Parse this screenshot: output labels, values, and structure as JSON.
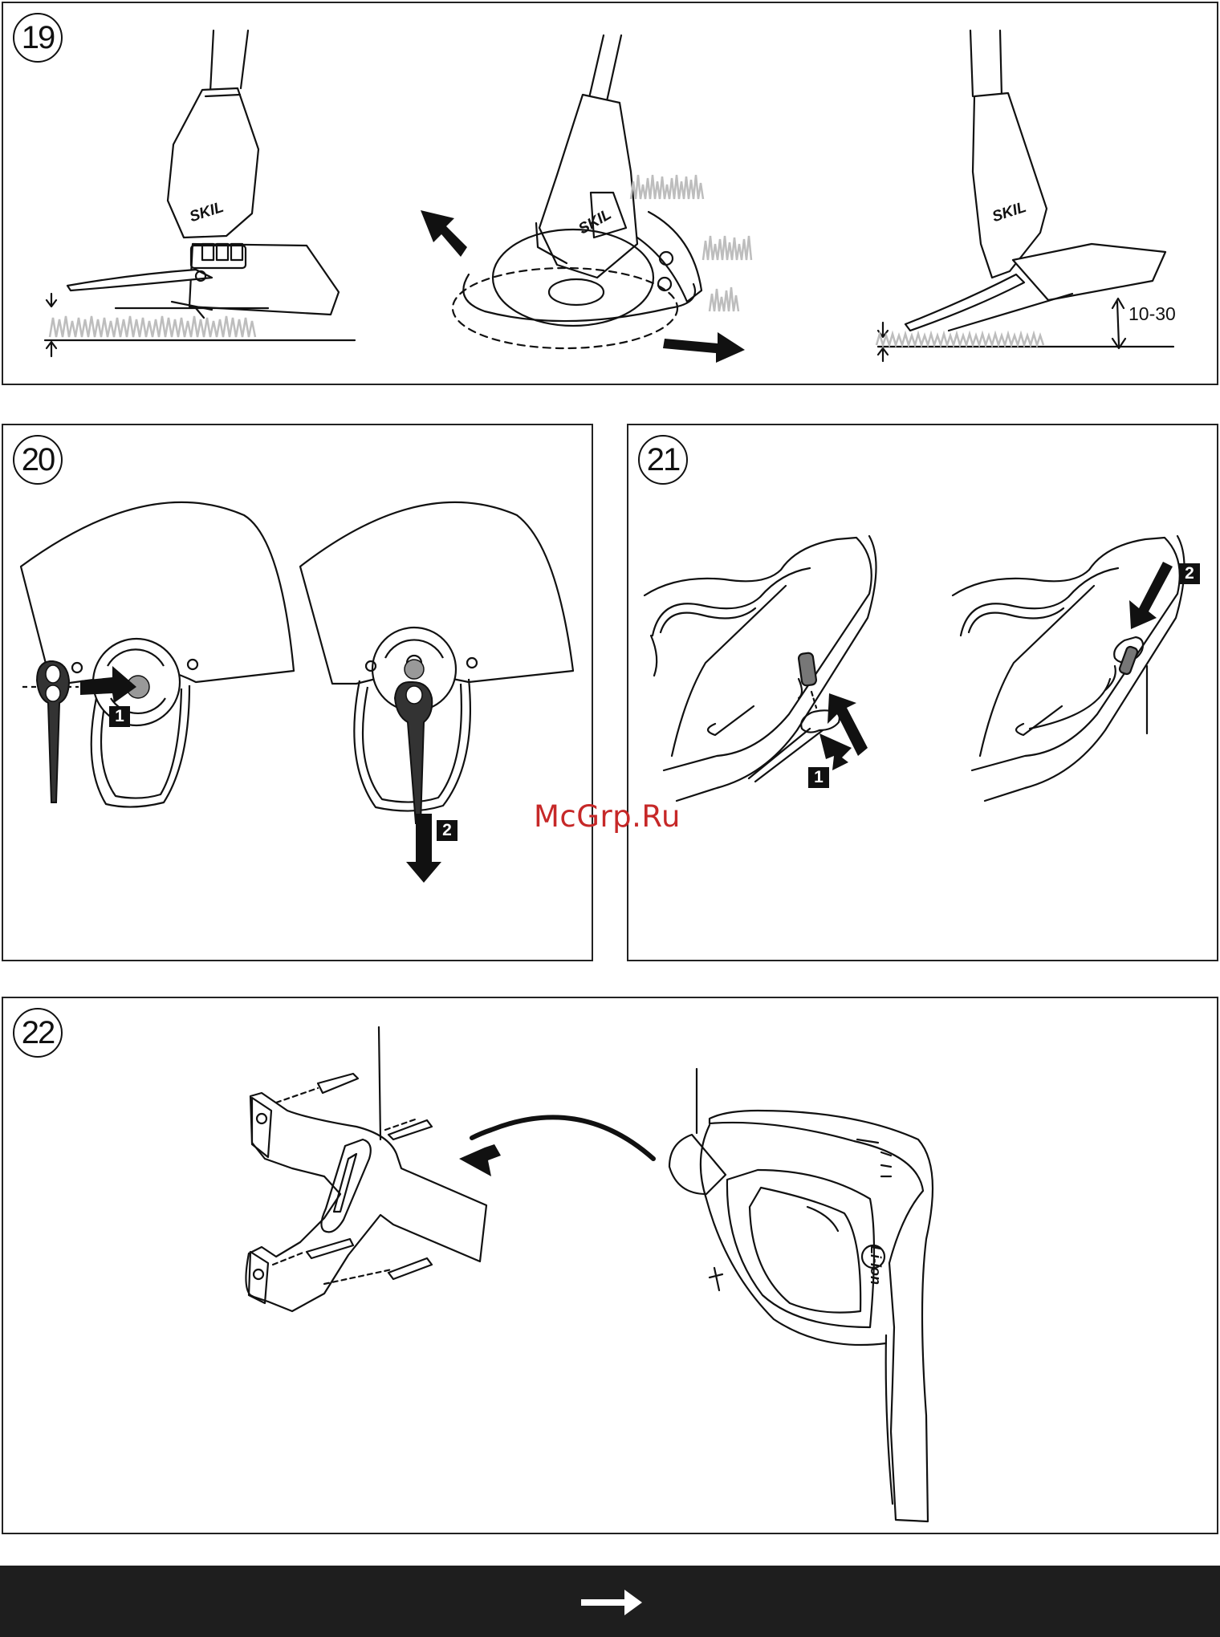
{
  "panels": [
    {
      "number": "19",
      "dimension_label": "10-30",
      "brand_text": "SKIL"
    },
    {
      "number": "20",
      "steps": [
        "1",
        "2"
      ]
    },
    {
      "number": "21",
      "steps": [
        "1",
        "2"
      ]
    },
    {
      "number": "22",
      "battery_label": "Li-ion"
    }
  ],
  "watermark": "McGrp.Ru",
  "footer": {
    "icon": "arrow-right-icon",
    "background": "#1e1e1e"
  },
  "colors": {
    "line": "#111111",
    "watermark": "#c62828",
    "grass": "#bdbdbd"
  }
}
